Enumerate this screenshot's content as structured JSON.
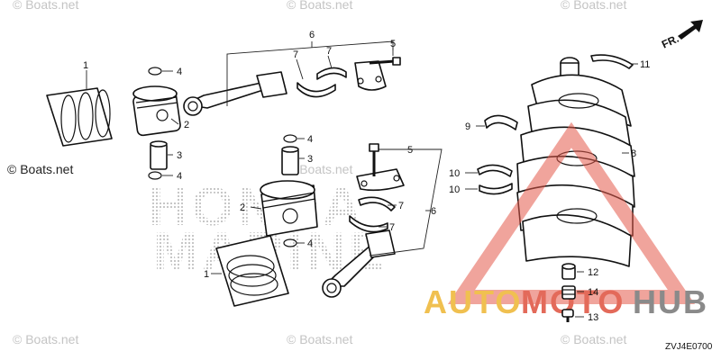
{
  "watermark": {
    "text": "© Boats.net"
  },
  "brand": {
    "line1": "HONDA",
    "line2": "MARINE"
  },
  "logo": {
    "auto": "AUTO",
    "moto": "MOTO",
    "hub": "HUB"
  },
  "direction": {
    "label": "FR."
  },
  "diagram_code": "ZVJ4E0700",
  "callouts": {
    "c1a": "1",
    "c1b": "1",
    "c2a": "2",
    "c2b": "2",
    "c3a": "3",
    "c3b": "3",
    "c4a": "4",
    "c4b": "4",
    "c4c": "4",
    "c4d": "4",
    "c5a": "5",
    "c5b": "5",
    "c6a": "6",
    "c6b": "6",
    "c7a": "7",
    "c7b": "7",
    "c7c": "7",
    "c7d": "7",
    "c8": "8",
    "c9": "9",
    "c10a": "10",
    "c10b": "10",
    "c11": "11",
    "c12": "12",
    "c13": "13",
    "c14": "14"
  },
  "colors": {
    "logo_triangle": "#e35a4a",
    "logo_auto": "#f0c050",
    "logo_moto": "#e36a5a",
    "logo_hub": "#8a8a8a",
    "watermark": "#c4c4c4"
  }
}
